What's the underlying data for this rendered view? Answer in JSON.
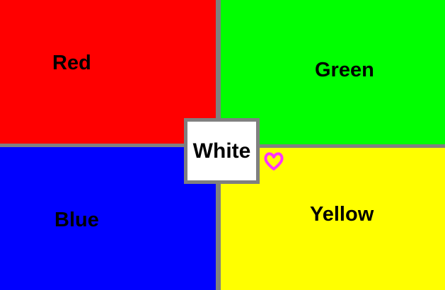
{
  "tiles": {
    "red": {
      "label": "Red",
      "color": "#ff0000"
    },
    "green": {
      "label": "Green",
      "color": "#00ff00"
    },
    "blue": {
      "label": "Blue",
      "color": "#0000ff"
    },
    "yellow": {
      "label": "Yellow",
      "color": "#ffff00"
    },
    "white": {
      "label": "White",
      "color": "#ffffff"
    }
  },
  "divider_color": "#808080",
  "cursor": {
    "icon": "heart-icon",
    "color": "#ff33ff"
  }
}
